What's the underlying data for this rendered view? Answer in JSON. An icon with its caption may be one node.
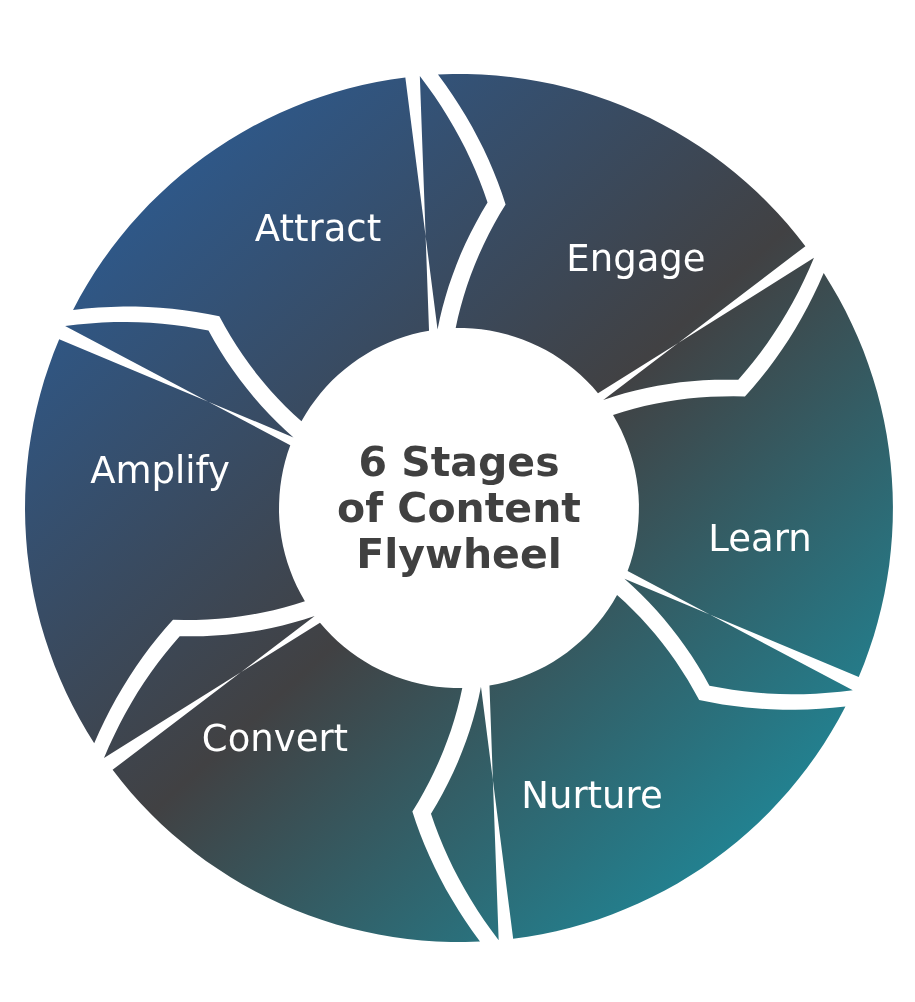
{
  "diagram": {
    "nodes": [
      {
        "text": [
          "Attract"
        ]
      },
      {
        "text": [
          "Engage"
        ]
      },
      {
        "text": [
          "Learn"
        ]
      },
      {
        "text": [
          "Nurture"
        ]
      },
      {
        "text": [
          "Convert"
        ]
      },
      {
        "text": [
          "Amplify"
        ]
      },
      {
        "text": [
          "6 Stages of Content Flywheel"
        ]
      }
    ]
  }
}
